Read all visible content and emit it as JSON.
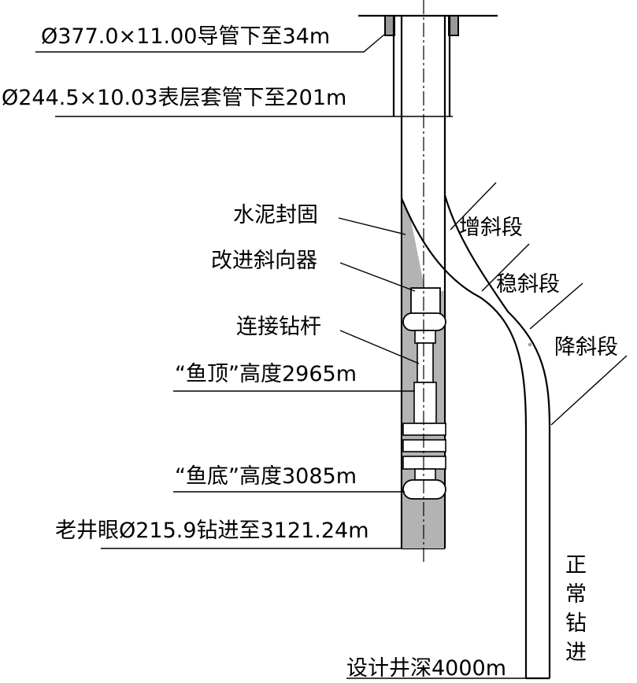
{
  "labels": {
    "conductor": "Ø377.0×11.00导管下至34m",
    "surface_casing": "Ø244.5×10.03表层套管下至201m",
    "cement": "水泥封固",
    "whipstock": "改进斜向器",
    "drill_rod": "连接钻杆",
    "fish_top": "“鱼顶”高度2965m",
    "fish_bottom": "“鱼底”高度3085m",
    "old_hole": "老井眼Ø215.9钻进至3121.24m",
    "build_section": "增斜段",
    "hold_section": "稳斜段",
    "drop_section": "降斜段",
    "normal_drilling": [
      "正",
      "常",
      "钻",
      "进"
    ],
    "design_depth": "设计井深4000m"
  },
  "colors": {
    "line": "#000000",
    "cement_fill": "#b3b3b3",
    "background": "#ffffff"
  }
}
